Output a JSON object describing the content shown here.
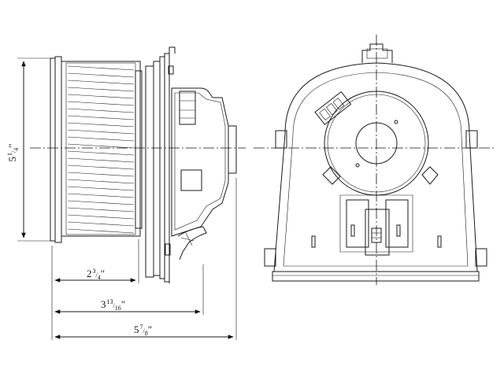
{
  "dimensions": {
    "height_overall": {
      "whole": "5",
      "num": "1",
      "den": "4",
      "unit": "\""
    },
    "depth_motor": {
      "whole": "2",
      "num": "3",
      "den": "4",
      "unit": "\""
    },
    "depth_housing": {
      "whole": "3",
      "num": "13",
      "den": "16",
      "unit": "\""
    },
    "depth_overall": {
      "whole": "5",
      "num": "7",
      "den": "8",
      "unit": "\""
    }
  }
}
